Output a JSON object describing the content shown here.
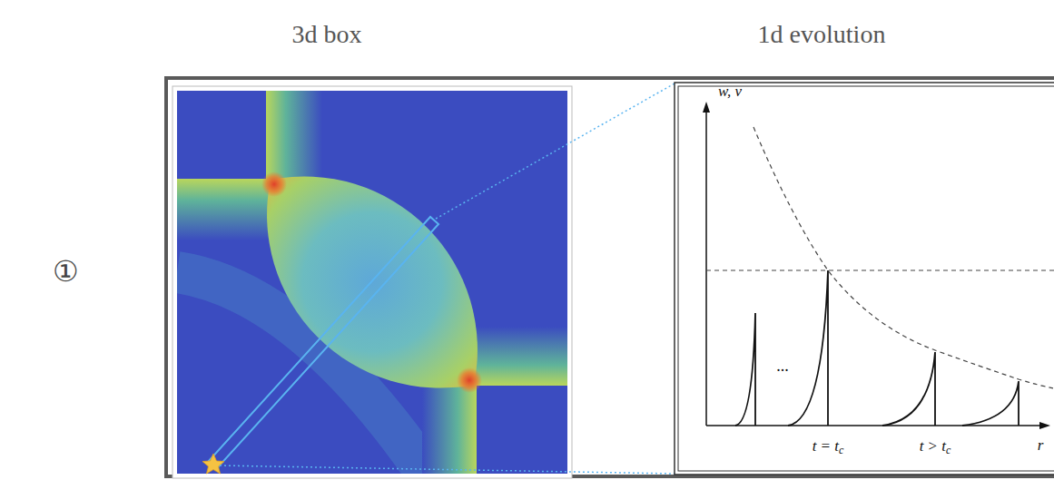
{
  "diagram": {
    "labels": [
      "3d box",
      "1d evolution",
      "①",
      "w, v",
      "...",
      "t = tc",
      "t > tc",
      "r"
    ]
  }
}
